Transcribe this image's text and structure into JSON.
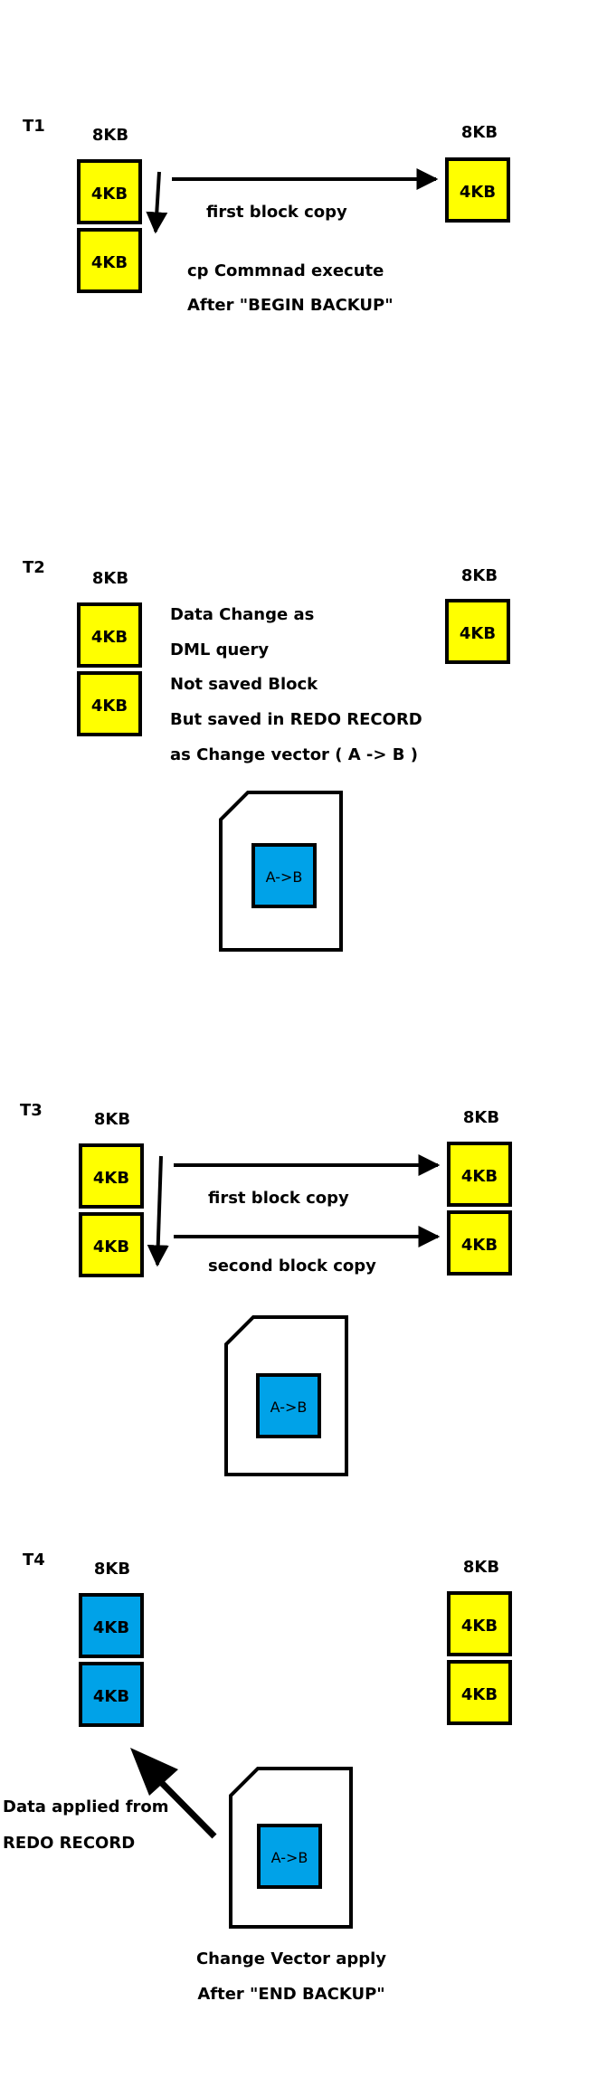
{
  "colors": {
    "yellow": "#FFFF00",
    "blue": "#00A2E8",
    "stroke": "#000000",
    "background": "#FFFFFF"
  },
  "icons": {
    "datafile": "page-file-icon",
    "arrow": "arrow-icon"
  },
  "block_label": "4KB",
  "redo_label": "A->B",
  "stages": {
    "t1": {
      "name": "T1",
      "source_size": "8KB",
      "target_size": "8KB",
      "copy_label": "first block copy",
      "note_line1": "cp Commnad execute",
      "note_line2": "After \"BEGIN BACKUP\""
    },
    "t2": {
      "name": "T2",
      "source_size": "8KB",
      "target_size": "8KB",
      "text_line1": "Data Change as",
      "text_line2": "DML query",
      "text_line3": "Not saved Block",
      "text_line4": "But saved in REDO RECORD",
      "text_line5": "as Change vector ( A -> B )"
    },
    "t3": {
      "name": "T3",
      "source_size": "8KB",
      "target_size": "8KB",
      "copy1_label": "first block copy",
      "copy2_label": "second block copy"
    },
    "t4": {
      "name": "T4",
      "source_size": "8KB",
      "target_size": "8KB",
      "applied_line1": "Data applied from",
      "applied_line2": "REDO RECORD",
      "bottom_line1": "Change Vector apply",
      "bottom_line2": "After \"END BACKUP\""
    }
  }
}
